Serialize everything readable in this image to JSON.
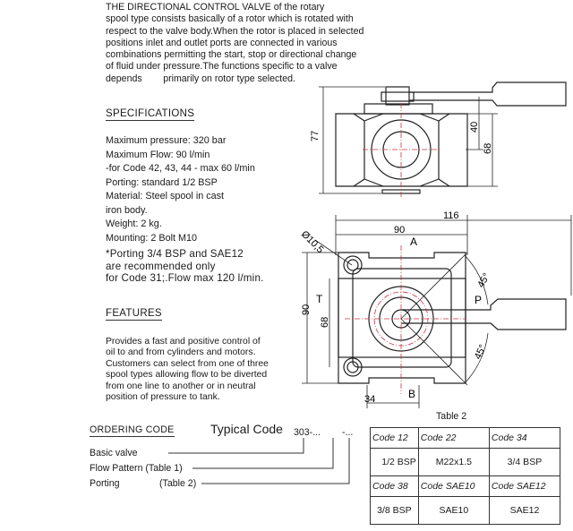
{
  "intro": [
    "THE DIRECTIONAL CONTROL VALVE of the rotary",
    "spool type consists basically of a rotor which is rotated with",
    "respect to the valve body.When the rotor is placed in selected",
    "positions inlet and outlet ports are connected in various",
    "combinations permitting the start, stop or directional change",
    "of fluid under pressure.The functions specific to a valve",
    "depends        primarily on rotor type selected."
  ],
  "specifications": {
    "heading": "SPECIFICATIONS",
    "lines": [
      "Maximum pressure: 320 bar",
      "Maximum Flow: 90 l/min",
      "-for Code 42, 43, 44 - max 60 l/min",
      "Porting: standard 1/2 BSP",
      "Material: Steel spool in cast",
      "iron body.",
      "Weight: 2 kg.",
      "Mounting: 2 Bolt M10"
    ],
    "note": [
      "*Porting 3/4 BSP and SAE12",
      "are recommended only",
      "for Code 31;.Flow max 120 l/min."
    ]
  },
  "features": {
    "heading": "FEATURES",
    "lines": [
      "Provides a fast and positive control of",
      "oil to and from cylinders and motors.",
      "Customers can select from one of three",
      "spool types allowing flow to be diverted",
      "from one line to another or in neutral",
      "position of pressure to tank."
    ]
  },
  "ordering": {
    "heading": "ORDERING  CODE",
    "typical_label": "Typical Code",
    "code_prefix": "303-...",
    "code_suffix": "-...",
    "basic_valve": "Basic valve",
    "flow_pattern": "Flow Pattern (Table 1)",
    "porting": "Porting",
    "porting_table": "(Table 2)"
  },
  "table2": {
    "title": "Table 2",
    "rows": [
      [
        "Code 12",
        "Code 22",
        "Code 34"
      ],
      [
        "1/2 BSP",
        "M22x1.5",
        "3/4 BSP"
      ],
      [
        "Code 38",
        "Code SAE10",
        "Code SAE12"
      ],
      [
        "3/8 BSP",
        "SAE10",
        "SAE12"
      ]
    ]
  },
  "drawing": {
    "dim_77": "77",
    "dim_40": "40",
    "dim_68_top": "68",
    "dim_116": "116",
    "dim_90_top": "90",
    "dim_bolt": "Ø10,5",
    "dim_90_side": "90",
    "dim_68_side": "68",
    "dim_34": "34",
    "angle_1": "45°",
    "angle_2": "45°",
    "port_a": "A",
    "port_b": "B",
    "port_p": "P",
    "port_t": "T"
  }
}
